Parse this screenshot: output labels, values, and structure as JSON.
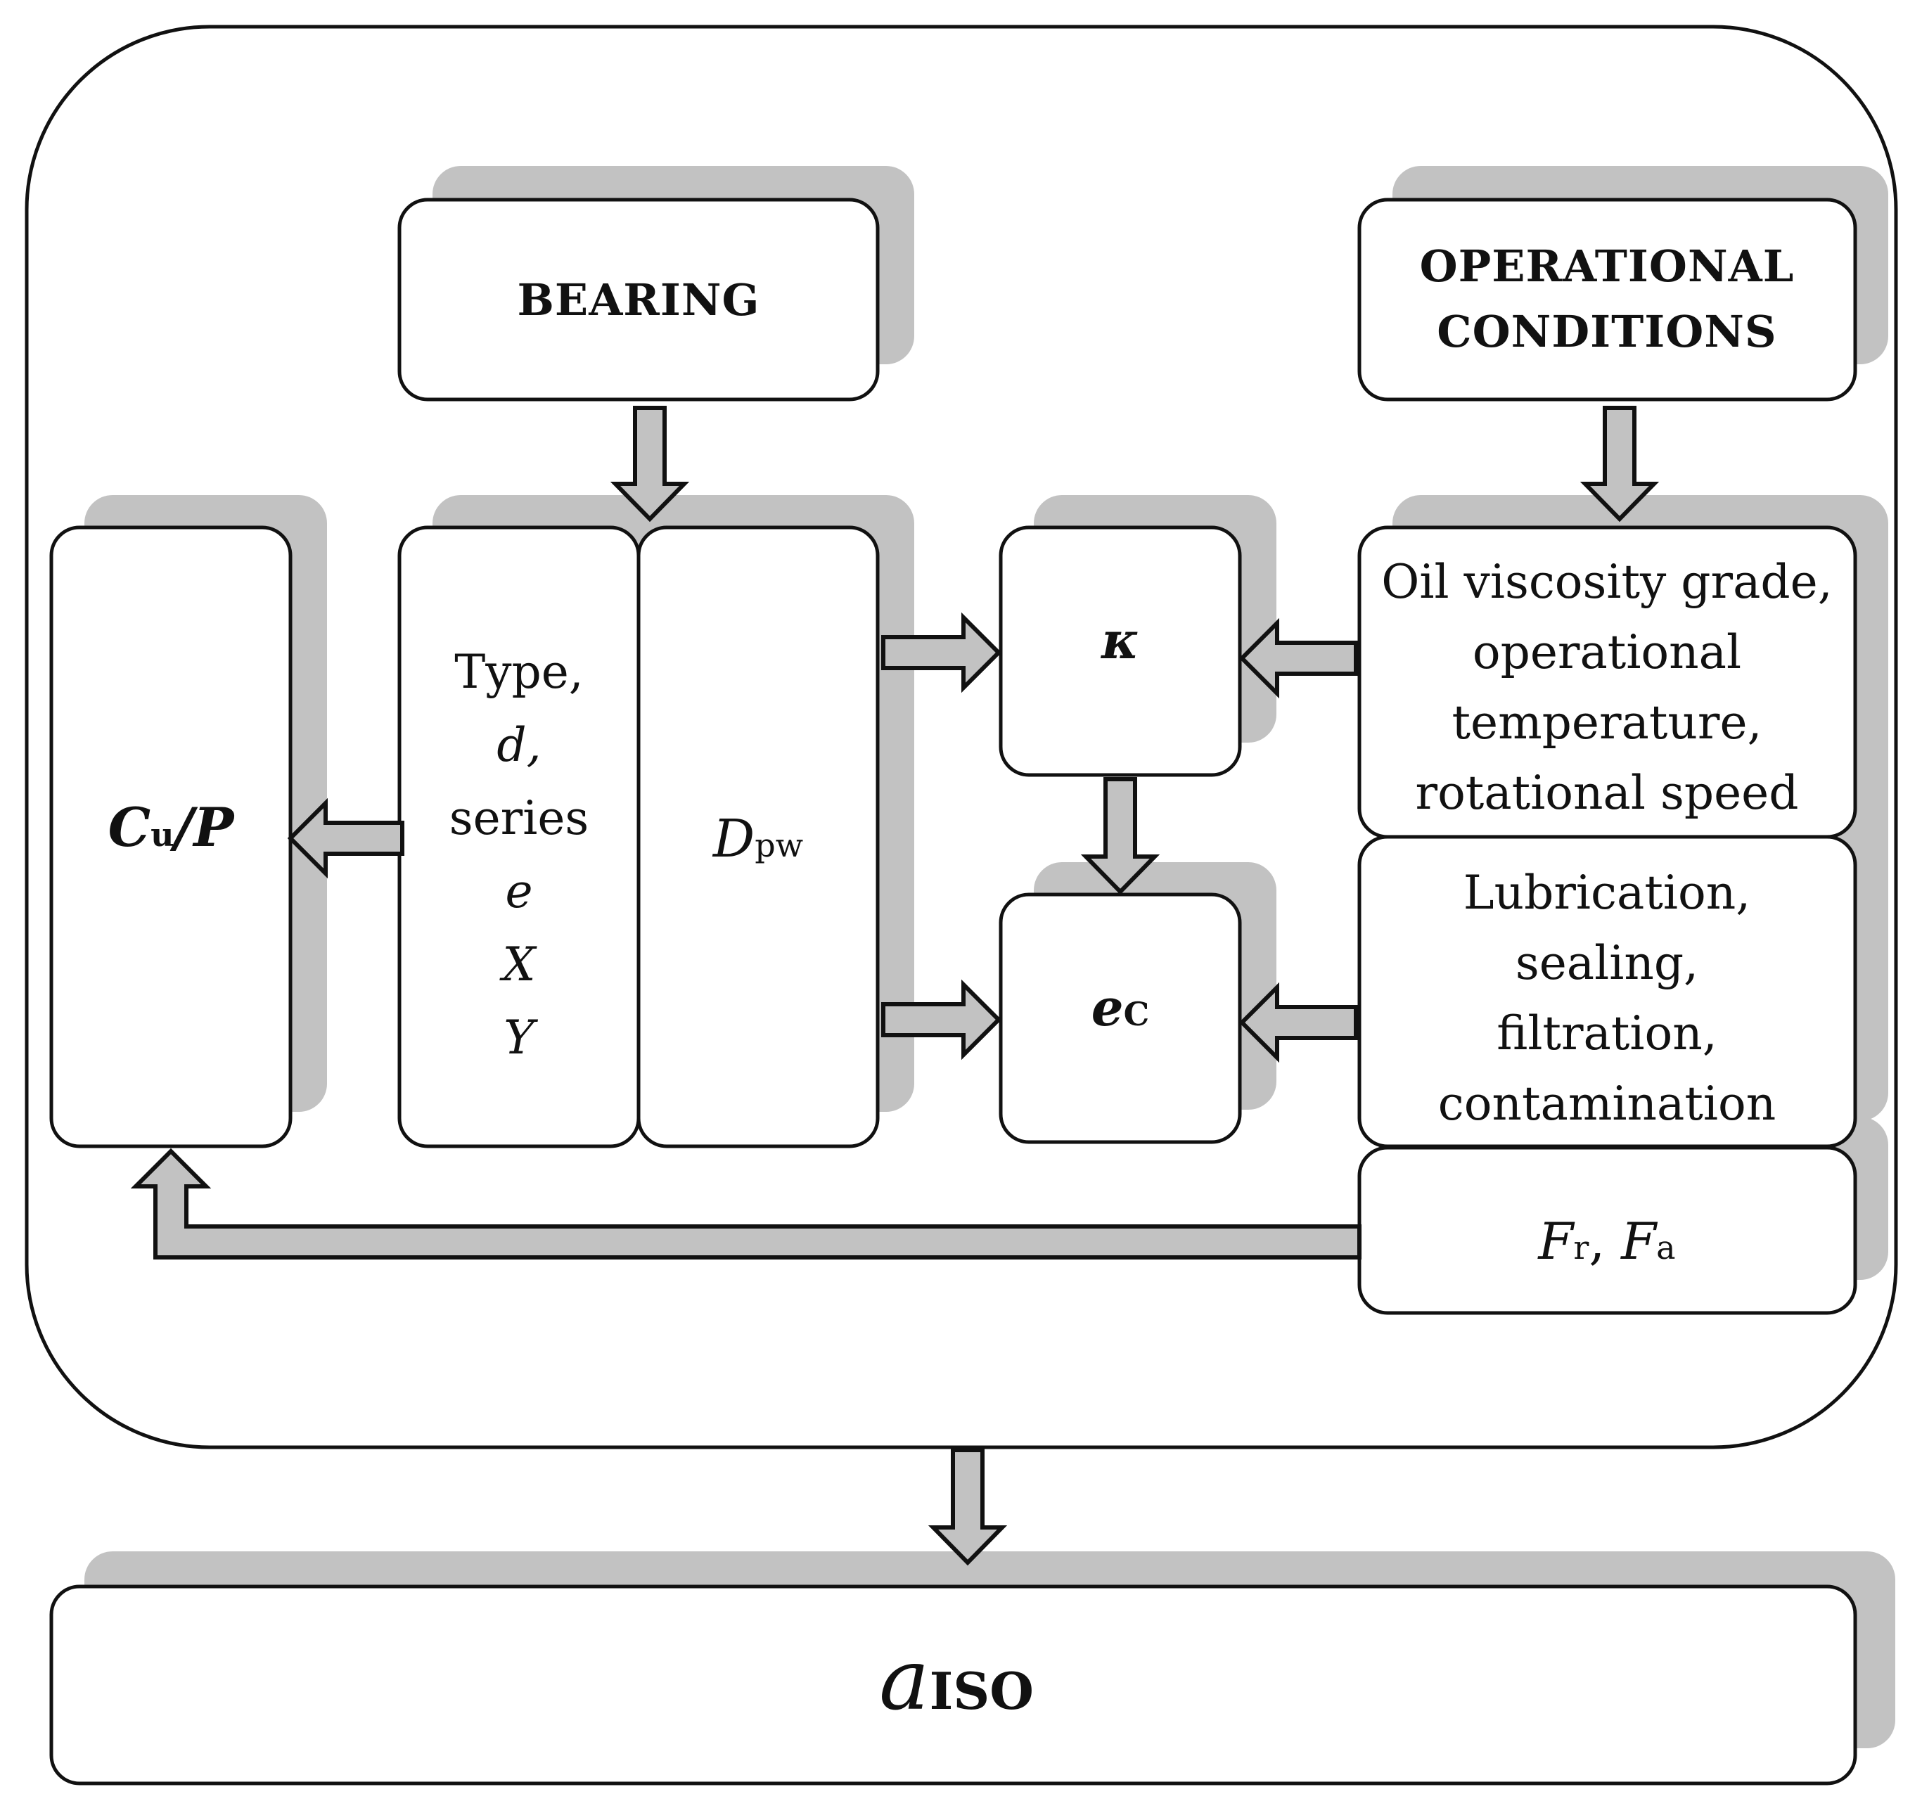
{
  "bearing": {
    "title": "BEARING",
    "type_column": [
      "Type,",
      "d,",
      "series",
      "e",
      "X",
      "Y"
    ],
    "dpw_main": "D",
    "dpw_sub": "pw"
  },
  "operational": {
    "title_line1": "OPERATIONAL",
    "title_line2": "CONDITIONS",
    "viscosity_lines": [
      "Oil viscosity grade,",
      "operational",
      "temperature,",
      "rotational speed"
    ],
    "lubrication_lines": [
      "Lubrication,",
      "sealing,",
      "filtration,",
      "contamination"
    ],
    "loads": {
      "f1": "F",
      "f1_sub": "r",
      "sep": ", ",
      "f2": "F",
      "f2_sub": "a"
    }
  },
  "factors": {
    "kappa": "κ",
    "ec_main": "e",
    "ec_sub": "C",
    "cup_c": "C",
    "cup_sub": "u",
    "cup_rest": "/P"
  },
  "result": {
    "main": "a",
    "sub": "ISO"
  },
  "colors": {
    "shadow": "#c2c2c2",
    "stroke": "#111111",
    "fill": "#ffffff"
  }
}
